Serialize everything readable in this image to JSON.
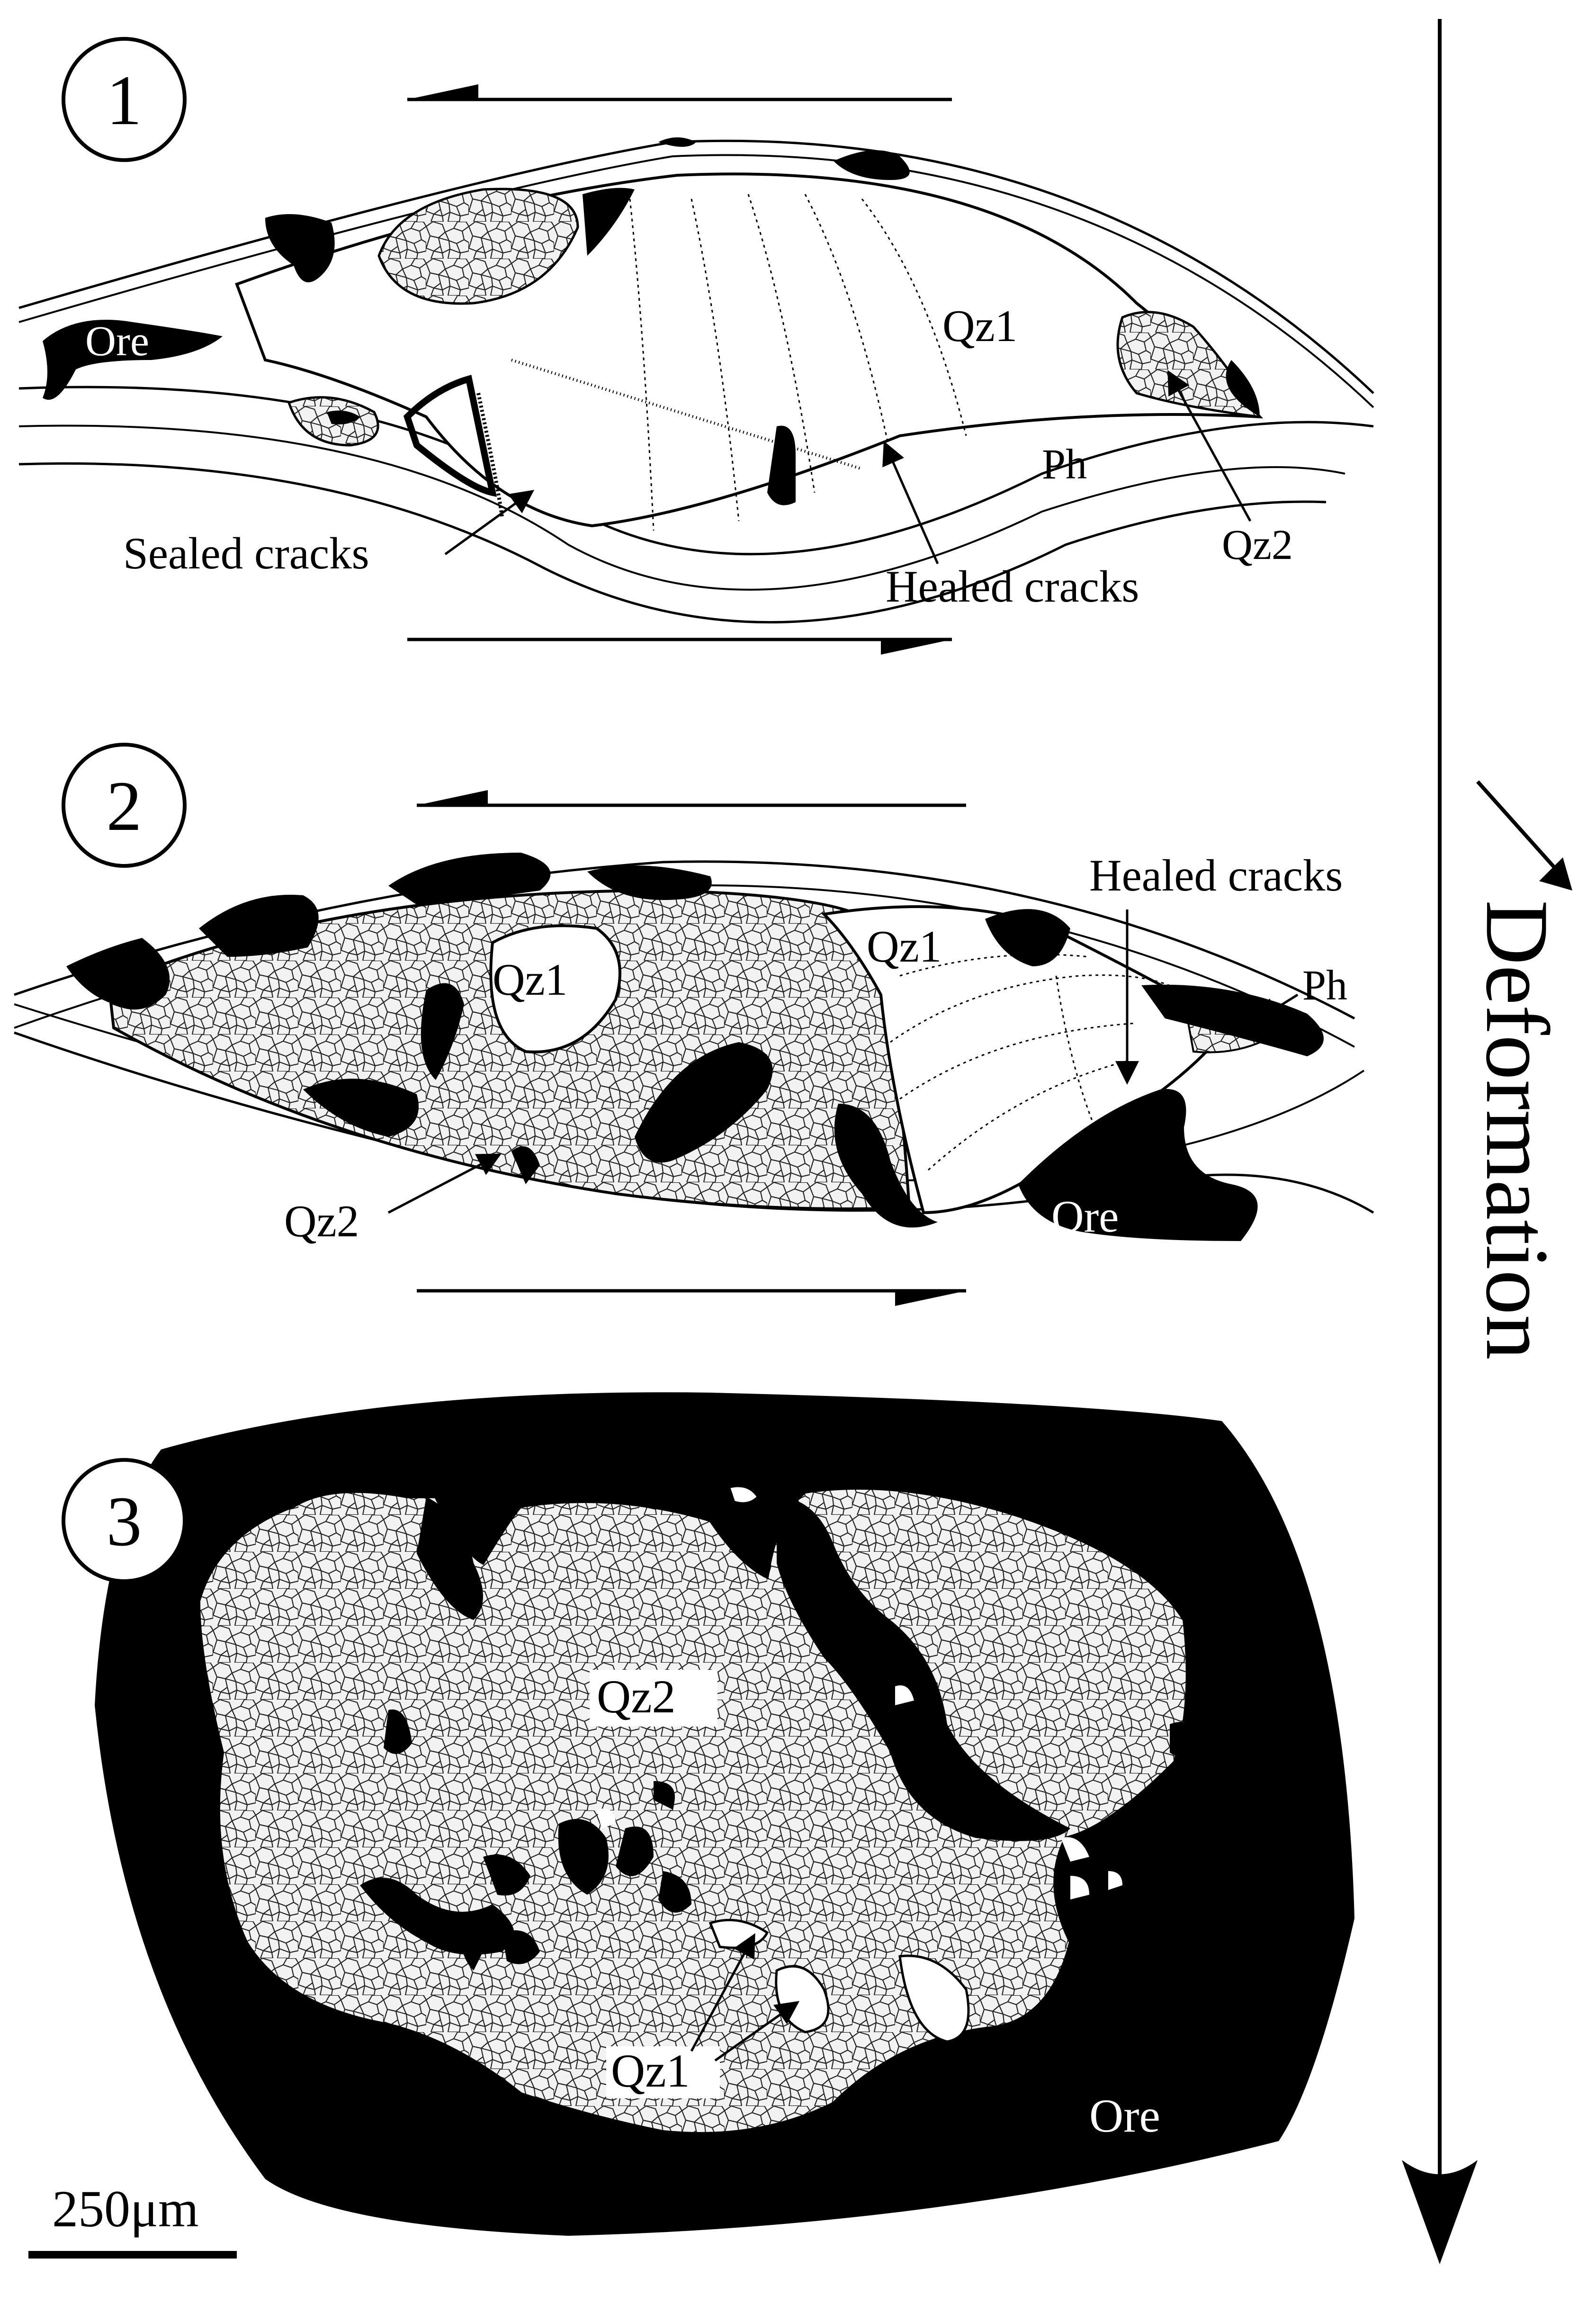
{
  "panels": [
    {
      "number": "1",
      "labels": {
        "ore": "Ore",
        "qz1": "Qz1",
        "qz2": "Qz2",
        "ph": "Ph",
        "sealed": "Sealed cracks",
        "healed": "Healed cracks"
      }
    },
    {
      "number": "2",
      "labels": {
        "healed": "Healed cracks",
        "qz1_right": "Qz1",
        "qz1_center": "Qz1",
        "ph": "Ph",
        "qz2": "Qz2",
        "ore": "Ore"
      }
    },
    {
      "number": "3",
      "labels": {
        "qz2": "Qz2",
        "qz1": "Qz1",
        "ore": "Ore"
      }
    }
  ],
  "deformation_label": "Deformation",
  "scale_bar_label": "250μm",
  "colors": {
    "ink": "#000000",
    "paper": "#ffffff",
    "grain": "#e8e8e8"
  }
}
